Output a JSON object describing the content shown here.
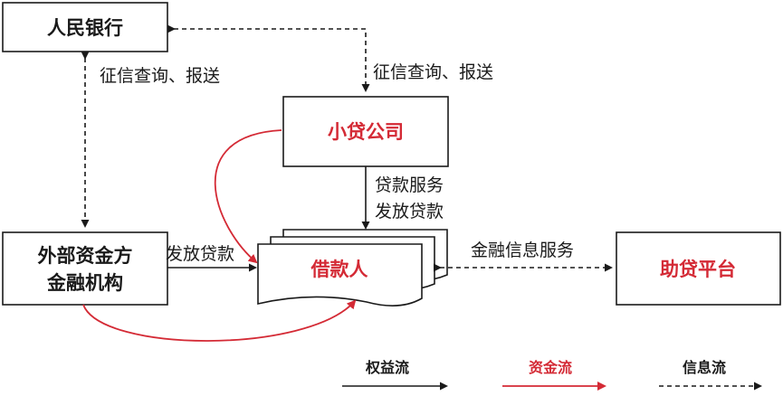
{
  "nodes": {
    "central_bank": {
      "label": "人民银行",
      "color": "#1a1a1a"
    },
    "microloan": {
      "label": "小贷公司",
      "color": "#d42a35"
    },
    "external_funder": {
      "line1": "外部资金方",
      "line2": "金融机构",
      "color": "#1a1a1a"
    },
    "borrower": {
      "label": "借款人",
      "color": "#d42a35"
    },
    "platform": {
      "label": "助贷平台",
      "color": "#d42a35"
    }
  },
  "edges": {
    "credit_left": "征信查询、报送",
    "credit_right": "征信查询、报送",
    "loan_service_line1": "贷款服务",
    "loan_service_line2": "发放贷款",
    "external_disburse": "发放贷款",
    "financial_info": "金融信息服务"
  },
  "legend": {
    "rights": {
      "label": "权益流",
      "color": "#1a1a1a"
    },
    "funds": {
      "label": "资金流",
      "color": "#d42a35"
    },
    "info": {
      "label": "信息流",
      "color": "#1a1a1a"
    }
  },
  "colors": {
    "line": "#1a1a1a",
    "funds": "#d42a35"
  }
}
